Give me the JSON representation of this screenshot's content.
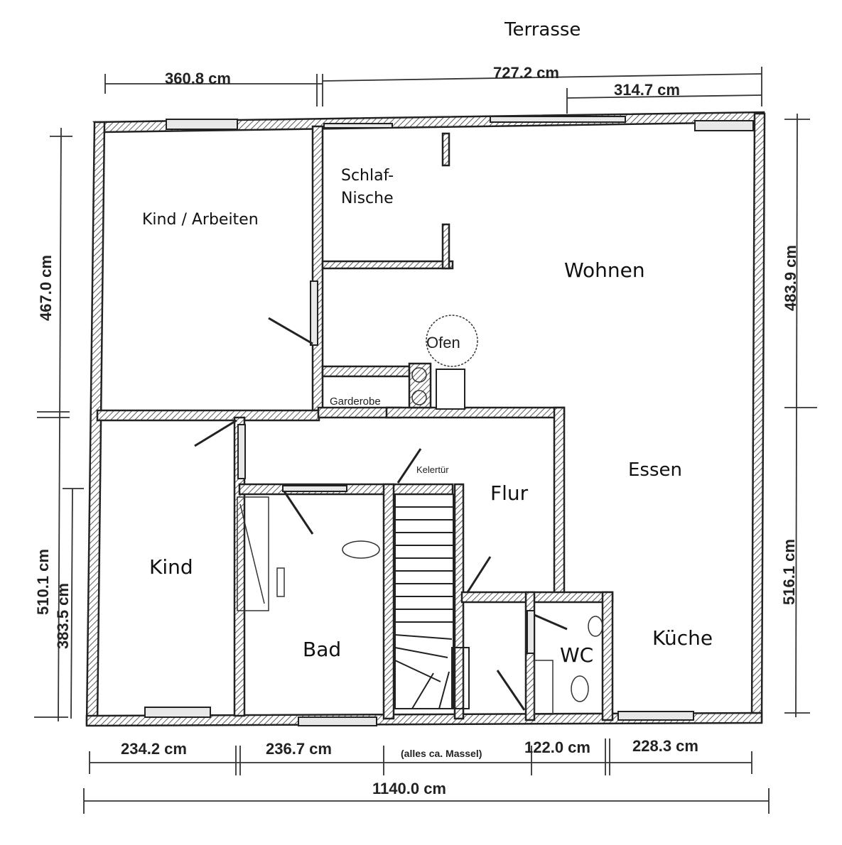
{
  "rooms": {
    "terrasse": "Terrasse",
    "kind_arbeiten": "Kind / Arbeiten",
    "schlaf_nische_1": "Schlaf-",
    "schlaf_nische_2": "Nische",
    "wohnen": "Wohnen",
    "ofen": "Ofen",
    "garderobe": "Garderobe",
    "kellertuer": "Kelertür",
    "flur": "Flur",
    "essen": "Essen",
    "kind": "Kind",
    "bad": "Bad",
    "wc": "WC",
    "kueche": "Küche"
  },
  "dimensions": {
    "top_left": "360.8 cm",
    "top_total": "727.2 cm",
    "top_right": "314.7 cm",
    "left_upper": "467.0 cm",
    "left_lower": "510.1 cm",
    "left_inner": "383.5 cm",
    "right_upper": "483.9 cm",
    "right_lower": "516.1 cm",
    "bottom_1": "234.2 cm",
    "bottom_2": "236.7 cm",
    "bottom_3": "122.0 cm",
    "bottom_4": "228.3 cm",
    "bottom_total": "1140.0 cm"
  },
  "note": "(alles ca. Massel)"
}
